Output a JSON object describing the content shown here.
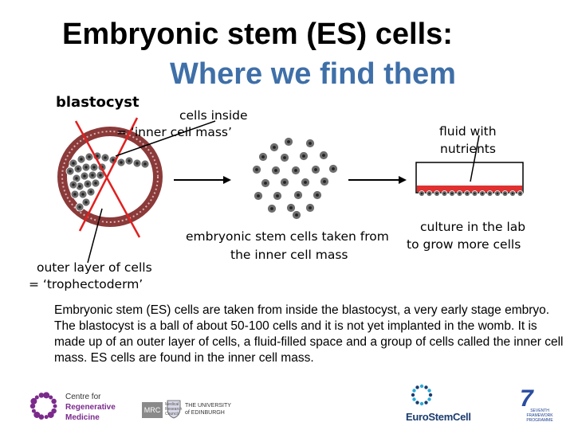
{
  "title": {
    "line1": "Embryonic stem (ES) cells:",
    "line2": "Where we find them",
    "line2_color": "#3f6fa8"
  },
  "labels": {
    "blastocyst": "blastocyst",
    "inner_cell_mass_line1": "cells inside",
    "inner_cell_mass_line2": "= ‘inner cell mass’",
    "fluid_line1": "fluid with",
    "fluid_line2": "nutrients",
    "outer_layer_line1": "outer layer of cells",
    "outer_layer_line2": "= ‘trophectoderm’",
    "es_cells_line1": "embryonic stem cells taken from",
    "es_cells_line2": "the inner cell mass",
    "culture_line1": "culture in the lab",
    "culture_line2": "to grow more cells"
  },
  "paragraph": "Embryonic stem (ES) cells are taken from inside the blastocyst, a very early stage embryo. The blastocyst is a ball of about 50-100 cells and it is not yet implanted in the womb. It is made up of an outer layer of cells, a fluid-filled space and a group of cells called the inner cell mass. ES cells are found in the inner cell mass.",
  "logos": {
    "crm_line1": "Centre for",
    "crm_line2": "Regenerative",
    "crm_line3": "Medicine",
    "mrc": "MRC",
    "mrc_sub": "Medical Research Council",
    "uoe_line1": "THE UNIVERSITY",
    "uoe_line2": "of EDINBURGH",
    "eurostemcell": "EuroStemCell",
    "fp7": "SEVENTH FRAMEWORK PROGRAMME"
  },
  "colors": {
    "blastocyst_ring": "#8b3a3a",
    "cross": "#e02020",
    "dish_fluid": "#e03030",
    "cell": "#6e6e6e"
  }
}
